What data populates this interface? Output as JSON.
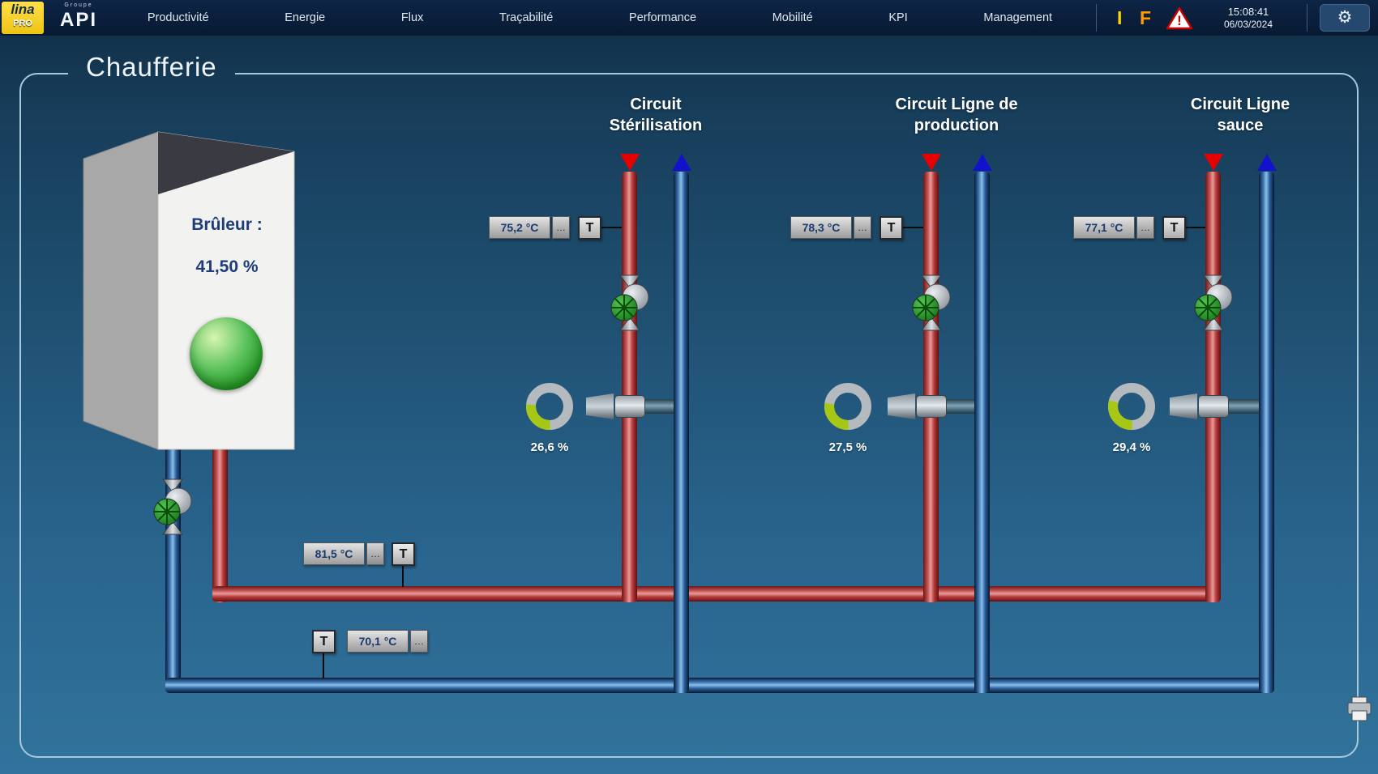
{
  "nav": {
    "logo": {
      "lina": "lina",
      "pro": "PRO",
      "groupe": "Groupe",
      "api": "API"
    },
    "items": [
      {
        "label": "Productivité"
      },
      {
        "label": "Energie"
      },
      {
        "label": "Flux"
      },
      {
        "label": "Traçabilité"
      },
      {
        "label": "Performance"
      },
      {
        "label": "Mobilité"
      },
      {
        "label": "KPI"
      },
      {
        "label": "Management"
      }
    ],
    "lang_i": "I",
    "lang_f": "F",
    "time": "15:08:41",
    "date": "06/03/2024"
  },
  "page": {
    "title": "Chaufferie"
  },
  "boiler": {
    "burner_label": "Brûleur :",
    "burner_value": "41,50 %"
  },
  "sensor": {
    "t_label": "T",
    "more_label": "…"
  },
  "circuits": [
    {
      "name": "Circuit\nStérilisation",
      "supply_temp": "75,2 °C",
      "valve_pct": 26.6,
      "valve_pct_label": "26,6 %"
    },
    {
      "name": "Circuit Ligne de\nproduction",
      "supply_temp": "78,3 °C",
      "valve_pct": 27.5,
      "valve_pct_label": "27,5 %"
    },
    {
      "name": "Circuit Ligne\nsauce",
      "supply_temp": "77,1 °C",
      "valve_pct": 29.4,
      "valve_pct_label": "29,4 %"
    }
  ],
  "mains": {
    "supply_temp": "81,5 °C",
    "return_temp": "70,1 °C"
  },
  "colors": {
    "supply_pipe": "#b93a3a",
    "return_pipe": "#2a5f9e",
    "gauge_green": "#a6c814",
    "burner_status_on": "#3fae3f",
    "accent_yellow": "#ffd200",
    "accent_orange": "#ff9c00",
    "alarm_red": "#cc0000"
  }
}
